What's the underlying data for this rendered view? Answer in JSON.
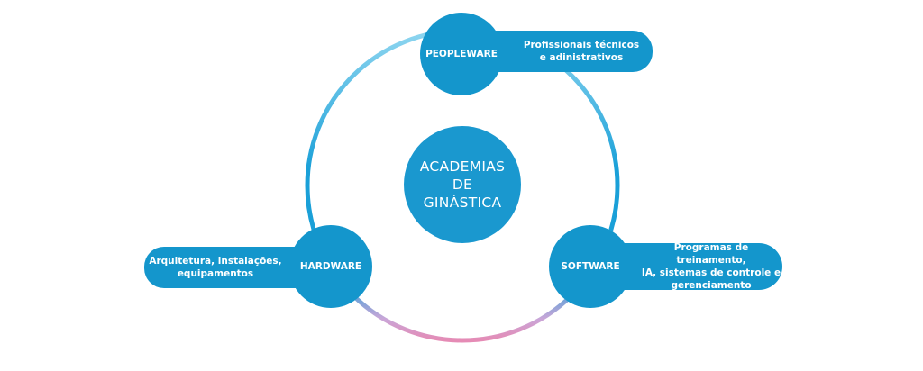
{
  "diagram": {
    "center": {
      "label": "ACADEMIAS\nDE\nGINÁSTICA"
    },
    "nodes": [
      {
        "id": "peopleware",
        "label": "PEOPLEWARE",
        "description": "Profissionais técnicos\ne adinistrativos"
      },
      {
        "id": "hardware",
        "label": "HARDWARE",
        "description": "Arquitetura, instalações,\nequipamentos"
      },
      {
        "id": "software",
        "label": "SOFTWARE",
        "description": "Programas de treinamento,\nIA, sistemas de controle e\ngerenciamento"
      }
    ]
  },
  "colors": {
    "primary": "#1496cc",
    "ring_blue": "#1aa0d8",
    "ring_light": "#7fd3ef",
    "ring_pink": "#e58bb5"
  }
}
